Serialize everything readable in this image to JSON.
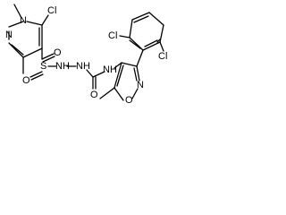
{
  "molecule": {
    "atoms": {
      "cl_pyrazole": "Cl",
      "n_pyrazole_1": "N",
      "n_pyrazole_2": "N",
      "sulfonyl_s": "S",
      "sulfonyl_o_top": "O",
      "sulfonyl_o_bottom": "O",
      "hydrazide_nh_1": "NH",
      "hydrazide_nh_2": "NH",
      "carbonyl_o": "O",
      "amide_nh": "NH",
      "cl_aryl_1": "Cl",
      "cl_aryl_2": "Cl",
      "isoxazole_o": "O",
      "isoxazole_n": "N"
    }
  }
}
